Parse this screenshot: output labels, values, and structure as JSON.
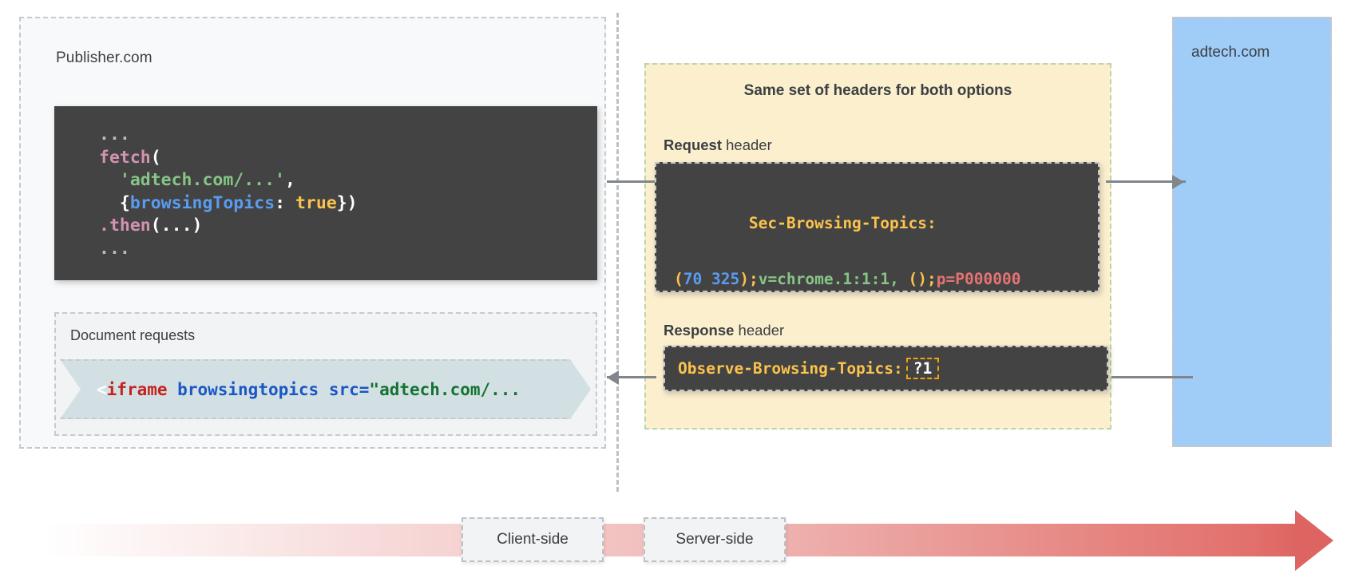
{
  "publisher": {
    "label": "Publisher.com",
    "code": {
      "line1_dots": "...",
      "fetch": "fetch",
      "open_paren": "(",
      "url": "'adtech.com/...'",
      "comma": ",",
      "brace_open": "{",
      "option_key": "browsingTopics",
      "colon": ": ",
      "option_value": "true",
      "brace_close": "})",
      "then": ".then",
      "then_args": "(...)",
      "line_last_dots": "..."
    },
    "document_requests": {
      "label": "Document requests",
      "snippet": {
        "lt": "<",
        "tag": "iframe",
        "space1": " ",
        "attr": "browsingtopics",
        "space2": " ",
        "src_attr": "src=",
        "value": "\"adtech.com/..."
      }
    }
  },
  "headers_panel": {
    "title": "Same set of headers for both options",
    "request_kind_bold": "Request",
    "request_kind_rest": " header",
    "response_kind_bold": "Response",
    "response_kind_rest": " header",
    "request_header": {
      "name": "Sec-Browsing-Topics:",
      "value_open_paren": "(",
      "value_topics": "70 325",
      "value_close_paren": ")",
      "value_semi1": ";",
      "value_version": "v=chrome.1:1:1, ",
      "value_empty": "()",
      "value_semi2": ";",
      "value_p": "p=P000000"
    },
    "response_header": {
      "name": "Observe-Browsing-Topics:",
      "value": "?1"
    }
  },
  "adtech": {
    "label": "adtech.com"
  },
  "timeline": {
    "client_side": "Client-side",
    "server_side": "Server-side"
  },
  "colors": {
    "publisher_bg": "#f8f9fa",
    "headers_panel_bg": "#fcefce",
    "adtech_bg": "#9fcdf8",
    "code_bg": "#434343",
    "iframe_banner_bg": "#d3e0e3",
    "timeline_accent": "#dd6460",
    "highlight_border": "#f0a30a"
  }
}
